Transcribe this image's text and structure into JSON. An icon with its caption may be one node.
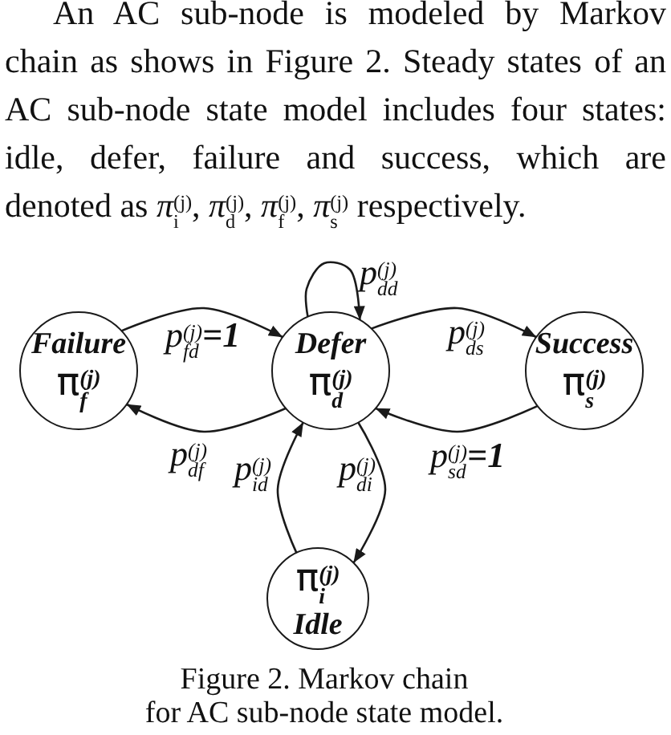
{
  "diagram": {
    "caption": "Figure 2. Markov chain for AC sub-node state model.",
    "nodes": [
      {
        "text": [
          "Failure",
          "π$^{(j)}$$_{f}$"
        ]
      },
      {
        "text": [
          "Defer",
          "π$^{(j)}$$_{d}$"
        ]
      },
      {
        "text": [
          "Success",
          "π$^{(j)}$$_{s}$"
        ]
      },
      {
        "text": [
          "π$^{(j)}$$_{i}$",
          "Idle"
        ]
      }
    ],
    "edges": [
      {
        "from": 0,
        "to": 1,
        "arrow": "to",
        "label": "p$^{(j)}$$_{fd}$**=1**"
      },
      {
        "from": 1,
        "to": 0,
        "arrow": "to",
        "label": "p$^{(j)}$$_{df}$"
      },
      {
        "from": 1,
        "to": 1,
        "arrow": "to",
        "label": "p$^{(j)}$$_{dd}$"
      },
      {
        "from": 1,
        "to": 2,
        "arrow": "to",
        "label": "p$^{(j)}$$_{ds}$"
      },
      {
        "from": 2,
        "to": 1,
        "arrow": "to",
        "label": "p$^{(j)}$$_{sd}$**=1**"
      },
      {
        "from": 3,
        "to": 1,
        "arrow": "to",
        "label": "p$^{(j)}$$_{id}$"
      },
      {
        "from": 1,
        "to": 3,
        "arrow": "to",
        "label": "p$^{(j)}$$_{di}$"
      }
    ],
    "labels": [
      "An AC sub-node is modeled by Markov chain as shows in Figure 2. Steady states of an AC sub-node state model includes four states: idle, defer, failure and success, which are denoted as *π*$^{(j)}$$_{i}$, *π*$^{(j)}$$_{d}$, *π*$^{(j)}$$_{f}$, *π*$^{(j)}$$_{s}$ respectively."
    ]
  }
}
